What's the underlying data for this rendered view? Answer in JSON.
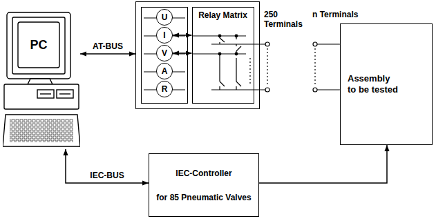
{
  "diagram": {
    "nodes": [
      {
        "text": [
          "PC"
        ]
      },
      {
        "text": []
      },
      {
        "text": [],
        "in": 1
      },
      {
        "text": [
          "U"
        ],
        "in": 2
      },
      {
        "text": [
          "I"
        ],
        "in": 2
      },
      {
        "text": [
          "V"
        ],
        "in": 2
      },
      {
        "text": [
          "A"
        ],
        "in": 2
      },
      {
        "text": [
          "R"
        ],
        "in": 2
      },
      {
        "text": [
          "Relay Matrix"
        ],
        "in": 1
      },
      {
        "text": [
          "IEC-Controller",
          "for 85 Pneumatic Valves"
        ]
      },
      {
        "text": [
          "Assembly to be tested"
        ]
      }
    ],
    "edges": [
      {
        "from": 0,
        "to": 1,
        "arrow": "both",
        "label": "AT-BUS"
      },
      {
        "from": 4,
        "to": 8,
        "arrow": "both"
      },
      {
        "from": 5,
        "to": 8,
        "arrow": "both"
      },
      {
        "from": 0,
        "to": 9,
        "arrow": "both",
        "label": "IEC-BUS"
      },
      {
        "from": 9,
        "to": 10,
        "arrow": "to"
      }
    ],
    "labels": [
      "250 Terminals",
      "n Terminals"
    ]
  }
}
